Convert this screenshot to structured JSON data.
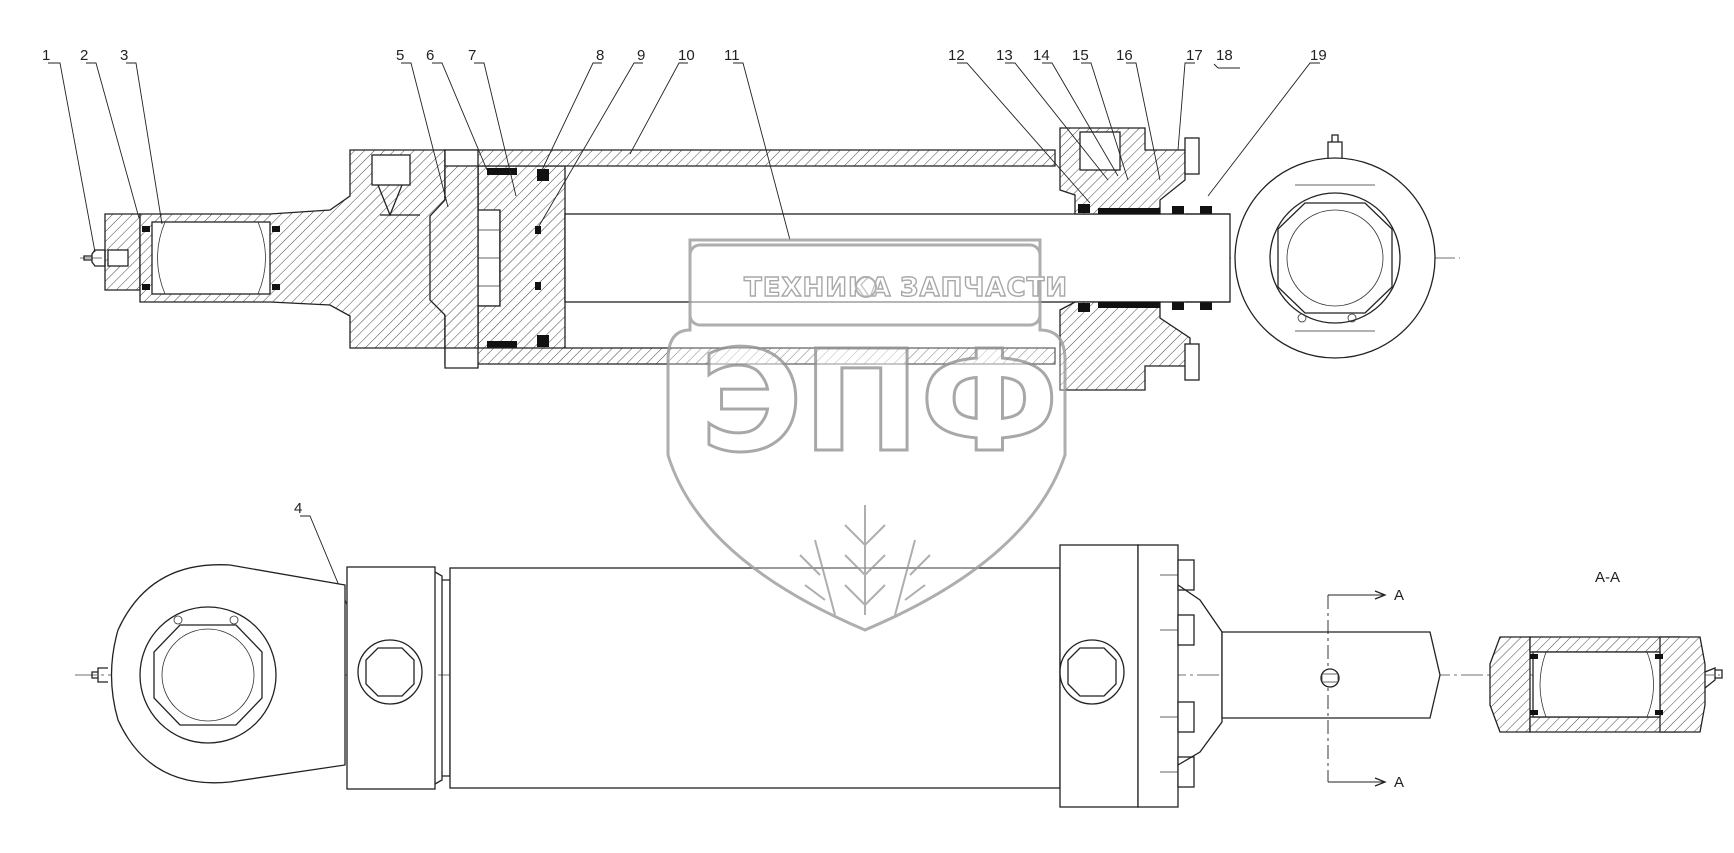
{
  "callouts": [
    "1",
    "2",
    "3",
    "4",
    "5",
    "6",
    "7",
    "8",
    "9",
    "10",
    "11",
    "12",
    "13",
    "14",
    "15",
    "16",
    "17",
    "18",
    "19"
  ],
  "section": {
    "marker": "A",
    "title": "A-A"
  },
  "watermark": {
    "line_left": "ТЕХНИКА",
    "line_right": "ЗАПЧАСТИ",
    "logo_letters": "ЭПФ"
  },
  "colors": {
    "line": "#222222",
    "watermark": "#9a9a9a",
    "background": "#ffffff"
  }
}
